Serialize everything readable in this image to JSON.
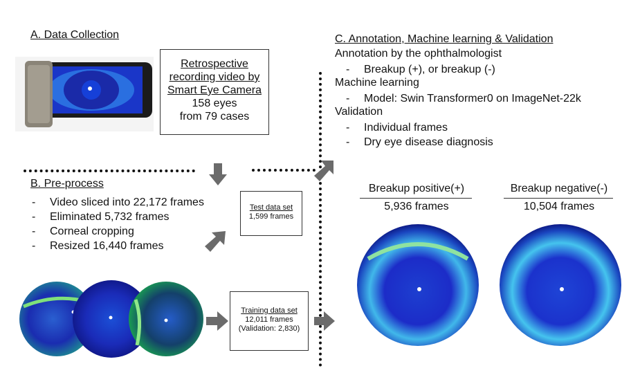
{
  "section_a": {
    "title": "A. Data Collection"
  },
  "retrospective_box": {
    "line1": "Retrospective",
    "line2": "recording video by",
    "line3": "Smart Eye Camera",
    "line4": "158 eyes",
    "line5": "from 79 cases"
  },
  "section_b": {
    "title": "B. Pre-process",
    "items": [
      "Video sliced into 22,172 frames",
      "Eliminated 5,732 frames",
      "Corneal cropping",
      "Resized 16,440 frames"
    ]
  },
  "test_box": {
    "label": "Test data set",
    "frames": "1,599 frames"
  },
  "training_box": {
    "label": "Training data set",
    "frames": "12,011 frames",
    "validation": "(Validation: 2,830)"
  },
  "section_c": {
    "title": "C. Annotation, Machine learning & Validation",
    "annotation_heading": "Annotation by the ophthalmologist",
    "annotation_item": "Breakup (+), or breakup (-)",
    "ml_heading": "Machine learning",
    "ml_item": "Model: Swin Transformer0 on ImageNet-22k",
    "validation_heading": "Validation",
    "validation_items": [
      "Individual frames",
      "Dry eye disease diagnosis"
    ]
  },
  "breakup_positive": {
    "label": "Breakup positive(+)",
    "frames": "5,936 frames"
  },
  "breakup_negative": {
    "label": "Breakup negative(-)",
    "frames": "10,504 frames"
  },
  "colors": {
    "arrow": "#6b6b6b",
    "eye_blue": "#1a2fd8",
    "eye_cyan": "#3fd6e6",
    "green_tint": "#2fae4a"
  }
}
